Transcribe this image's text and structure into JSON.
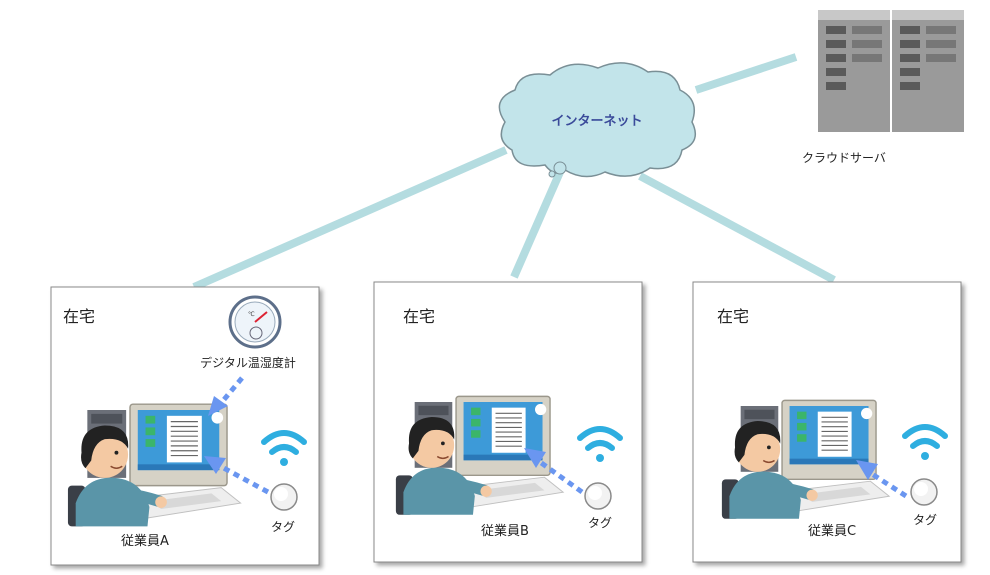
{
  "internet": {
    "label": "インターネット"
  },
  "cloud_server": {
    "label": "クラウドサーバ"
  },
  "homes": [
    {
      "title": "在宅",
      "employee": "従業員A",
      "tag": "タグ",
      "sensor": "デジタル温湿度計"
    },
    {
      "title": "在宅",
      "employee": "従業員B",
      "tag": "タグ"
    },
    {
      "title": "在宅",
      "employee": "従業員C",
      "tag": "タグ"
    }
  ],
  "colors": {
    "connection_line": "#b4dce0",
    "cloud_fill": "#c2e4ea",
    "internet_text": "#3a4a9a",
    "signal_arrow": "#6a96f0",
    "wifi": "#2eaee0",
    "server": "#9a9a9a"
  },
  "icons": [
    "cloud-icon",
    "server-icon",
    "thermometer-icon",
    "computer-worker-icon",
    "wifi-icon",
    "tag-beacon-icon"
  ]
}
